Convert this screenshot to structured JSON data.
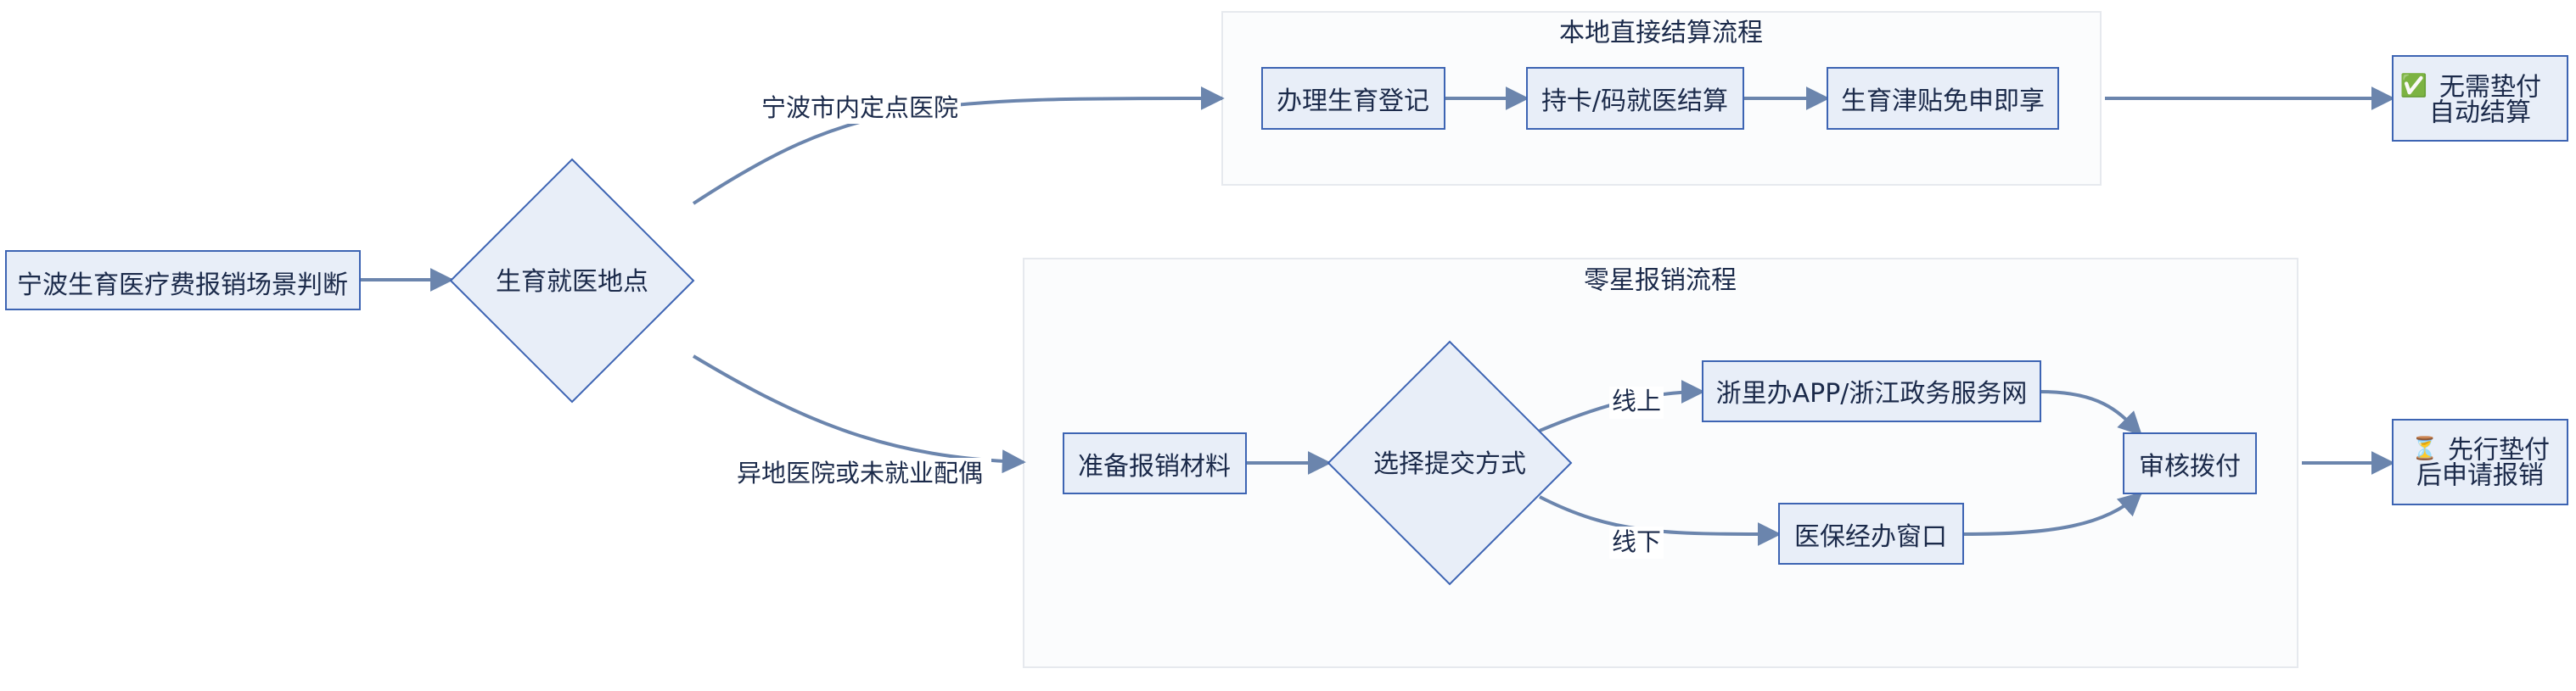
{
  "colors": {
    "node_fill": "#e8eef8",
    "node_stroke": "#3d64b3",
    "edge": "#6b85ad",
    "cluster_fill": "#fbfcfd",
    "cluster_stroke": "#e6e9ee",
    "text": "#1b2a4a"
  },
  "nodes": {
    "start": "宁波生育医疗费报销场景判断",
    "decision_location": "生育就医地点",
    "register": "办理生育登记",
    "card_settle": "持卡/码就医结算",
    "allowance": "生育津贴免申即享",
    "result_auto": {
      "icon": "check-mark-icon",
      "icon_glyph": "✅",
      "line1": "无需垫付",
      "line2": "自动结算"
    },
    "prepare": "准备报销材料",
    "decision_submit": "选择提交方式",
    "online_portal": "浙里办APP/浙江政务服务网",
    "offline_window": "医保经办窗口",
    "review": "审核拨付",
    "result_reimburse": {
      "icon": "hourglass-icon",
      "icon_glyph": "⏳",
      "line1": "先行垫付",
      "line2": "后申请报销"
    }
  },
  "clusters": {
    "direct": "本地直接结算流程",
    "sporadic": "零星报销流程"
  },
  "edge_labels": {
    "ningbo_hospital": "宁波市内定点医院",
    "other_hospital": "异地医院或未就业配偶",
    "online": "线上",
    "offline": "线下"
  }
}
